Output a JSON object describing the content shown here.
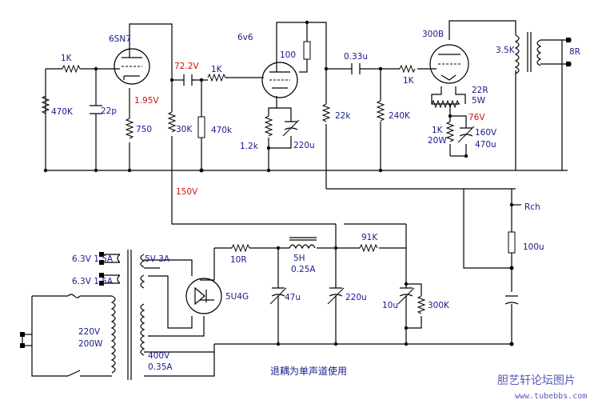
{
  "tubes": {
    "v1": "6SN7",
    "v2": "6v6",
    "v3": "300B",
    "rect": "5U4G"
  },
  "resistors": {
    "r_in_series": "1K",
    "r_in_shunt": "470K",
    "r_cath1": "750",
    "r_plate1": "30K",
    "r_grid2_series": "1K",
    "r_grid2_shunt": "470k",
    "r_plate2": "100",
    "r_cath2": "1.2k",
    "r_plate2_load": "22k",
    "r_grid3_shunt": "240K",
    "r_grid3_series": "1K",
    "r_hum": "22R",
    "r_hum_w": "5W",
    "r_cath3": "1K",
    "r_cath3_w": "20W",
    "r_ps_10r": "10R",
    "r_ps_91k": "91K",
    "r_bleeder": "300K"
  },
  "capacitors": {
    "c_in": "22p",
    "c_cath2": "220u",
    "c_couple1_voltage": "72.2V",
    "c_couple2": "0.33u",
    "c_cath3": "160V",
    "c_cath3_val": "470u",
    "c_ps1": "47u",
    "c_ps2": "220u",
    "c_ps3": "10u",
    "c_rch": "100u"
  },
  "voltages": {
    "v1_cath": "1.95V",
    "v_grid2": "72.2V",
    "v_cath3": "76V",
    "v_supply": "150V"
  },
  "transformers": {
    "out_primary": "3.5K",
    "out_secondary": "8R",
    "choke": "5H",
    "choke_current": "0.25A",
    "pt_fil1": "6.3V 1.5A",
    "pt_fil2": "6.3V 1.5A",
    "pt_rect": "5V 3A",
    "pt_primary_v": "220V",
    "pt_primary_w": "200W",
    "pt_hv_v": "400V",
    "pt_hv_a": "0.35A"
  },
  "labels": {
    "rch": "Rch",
    "note": "退耦为单声道使用",
    "watermark": "胆艺轩论坛图片",
    "watermark_url": "www.tubebbs.com"
  }
}
